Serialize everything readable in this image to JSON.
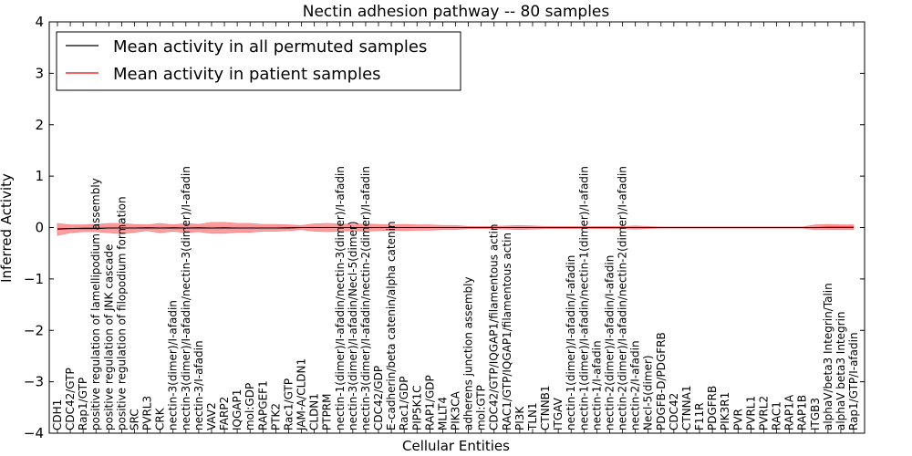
{
  "chart_data": {
    "type": "line",
    "title": "Nectin adhesion pathway -- 80 samples",
    "xlabel": "Cellular Entities",
    "ylabel": "Inferred Activity",
    "ylim": [
      -4,
      4
    ],
    "yticks": [
      -4,
      -3,
      -2,
      -1,
      0,
      1,
      2,
      3,
      4
    ],
    "ytick_labels": [
      "−4",
      "−3",
      "−2",
      "−1",
      "0",
      "1",
      "2",
      "3",
      "4"
    ],
    "grid": false,
    "legend_position": "top-left",
    "categories": [
      "CDH1",
      "CDC42/GTP",
      "Rap1/GTP",
      "positive regulation of lamellipodium assembly",
      "positive regulation of JNK cascade",
      "positive regulation of filopodium formation",
      "SRC",
      "PVRL3",
      "CRK",
      "nectin-3(dimer)/I-afadin",
      "nectin-3(dimer)/I-afadin/nectin-3(dimer)/I-afadin",
      "nectin-3/I-afadin",
      "VAV2",
      "FARP2",
      "IQGAP1",
      "mol:GDP",
      "RAPGEF1",
      "PTK2",
      "Rac1/GTP",
      "JAM-A/CLDN1",
      "CLDN1",
      "PTPRM",
      "nectin-1(dimer)/I-afadin/nectin-3(dimer)/I-afadin",
      "nectin-3(dimer)/I-afadin/Necl-5(dimer)",
      "nectin-3(dimer)/I-afadin/nectin-2(dimer)/I-afadin",
      "CDC42/GDP",
      "E-cadherin/beta catenin/alpha catenin",
      "Rac1/GDP",
      "PIP5K1C",
      "RAP1/GDP",
      "MLLT4",
      "PIK3CA",
      "adherens junction assembly",
      "mol:GTP",
      "CDC42/GTP/IQGAP1/filamentous actin",
      "RAC1/GTP/IQGAP1/filamentous actin",
      "PI3K",
      "TLN1",
      "CTNNB1",
      "ITGAV",
      "nectin-1(dimer)/I-afadin/I-afadin",
      "nectin-1(dimer)/I-afadin/nectin-1(dimer)/I-afadin",
      "nectin-1/I-afadin",
      "nectin-2(dimer)/I-afadin/I-afadin",
      "nectin-2(dimer)/I-afadin/nectin-2(dimer)/I-afadin",
      "nectin-2/I-afadin",
      "Necl-5(dimer)",
      "PDGFB-D/PDGFRB",
      "CDC42",
      "CTNNA1",
      "F11R",
      "PDGFRB",
      "PIK3R1",
      "PVR",
      "PVRL1",
      "PVRL2",
      "RAC1",
      "RAP1A",
      "RAP1B",
      "ITGB3",
      "alphaV/beta3 Integrin/Talin",
      "alphaV beta3 Integrin",
      "Rap1/GTP/I-afadin"
    ],
    "series": [
      {
        "name": "Mean activity in all permuted samples",
        "color": "#000000",
        "values": [
          -0.03,
          -0.02,
          -0.02,
          -0.02,
          -0.01,
          -0.01,
          -0.01,
          -0.01,
          -0.01,
          -0.01,
          -0.01,
          -0.01,
          -0.01,
          -0.01,
          -0.01,
          -0.01,
          -0.01,
          -0.01,
          -0.01,
          0.0,
          0.0,
          0.0,
          0.0,
          0.0,
          0.0,
          0.0,
          0.0,
          0.0,
          0.0,
          0.0,
          0.0,
          0.0,
          0.0,
          0.0,
          0.0,
          0.0,
          0.0,
          0.0,
          0.0,
          0.0,
          0.0,
          0.0,
          0.0,
          0.0,
          0.0,
          0.0,
          0.0,
          0.0,
          0.0,
          0.0,
          0.0,
          0.0,
          0.0,
          0.0,
          0.0,
          0.0,
          0.0,
          0.0,
          0.0,
          0.0,
          0.0,
          0.0,
          0.0
        ]
      },
      {
        "name": "Mean activity in patient samples",
        "color": "#ff0000",
        "band_color": "#ff8080",
        "values": [
          -0.02,
          -0.02,
          -0.01,
          -0.01,
          -0.01,
          -0.01,
          -0.01,
          0.0,
          -0.01,
          0.0,
          -0.01,
          0.0,
          -0.01,
          0.0,
          -0.01,
          -0.01,
          -0.01,
          -0.01,
          0.0,
          0.0,
          0.0,
          0.0,
          0.0,
          0.0,
          0.0,
          0.0,
          0.0,
          0.0,
          0.0,
          0.0,
          0.0,
          0.0,
          0.0,
          0.0,
          0.0,
          0.0,
          0.0,
          0.0,
          0.0,
          0.0,
          0.0,
          0.0,
          0.0,
          0.0,
          0.0,
          0.0,
          0.0,
          0.0,
          0.0,
          0.0,
          0.0,
          0.0,
          0.0,
          0.0,
          0.0,
          0.0,
          0.0,
          0.0,
          0.0,
          0.0,
          0.01,
          0.01,
          0.01
        ],
        "band_upper": [
          0.08,
          0.05,
          0.05,
          0.06,
          0.08,
          0.08,
          0.06,
          0.05,
          0.08,
          0.05,
          0.08,
          0.06,
          0.1,
          0.1,
          0.08,
          0.08,
          0.06,
          0.06,
          0.05,
          0.04,
          0.07,
          0.08,
          0.07,
          0.06,
          0.07,
          0.06,
          0.05,
          0.06,
          0.05,
          0.05,
          0.04,
          0.04,
          0.02,
          0.02,
          0.02,
          0.03,
          0.04,
          0.03,
          0.02,
          0.02,
          0.02,
          0.02,
          0.02,
          0.02,
          0.02,
          0.03,
          0.02,
          0.01,
          0.01,
          0.01,
          0.01,
          0.01,
          0.01,
          0.01,
          0.01,
          0.01,
          0.01,
          0.01,
          0.01,
          0.05,
          0.06,
          0.05,
          0.05
        ],
        "band_lower": [
          -0.15,
          -0.1,
          -0.08,
          -0.08,
          -0.1,
          -0.12,
          -0.09,
          -0.06,
          -0.1,
          -0.07,
          -0.1,
          -0.08,
          -0.11,
          -0.11,
          -0.09,
          -0.09,
          -0.07,
          -0.07,
          -0.06,
          -0.04,
          -0.07,
          -0.08,
          -0.07,
          -0.06,
          -0.07,
          -0.06,
          -0.05,
          -0.06,
          -0.05,
          -0.05,
          -0.04,
          -0.04,
          -0.02,
          -0.02,
          -0.02,
          -0.03,
          -0.04,
          -0.03,
          -0.02,
          -0.02,
          -0.02,
          -0.02,
          -0.02,
          -0.02,
          -0.02,
          -0.03,
          -0.02,
          -0.01,
          -0.01,
          -0.01,
          -0.01,
          -0.01,
          -0.01,
          -0.01,
          -0.01,
          -0.01,
          -0.01,
          -0.01,
          -0.01,
          -0.04,
          -0.04,
          -0.04,
          -0.04
        ]
      }
    ],
    "perm_band": {
      "color": "#d8c8e8",
      "upper": [
        0.05,
        0.04,
        0.04,
        0.05,
        0.05,
        0.05,
        0.05,
        0.04,
        0.05,
        0.04,
        0.05,
        0.05,
        0.05,
        0.05,
        0.05,
        0.05,
        0.04,
        0.04,
        0.04,
        0.03,
        0.04,
        0.04,
        0.04,
        0.04,
        0.04,
        0.04,
        0.03,
        0.04,
        0.03,
        0.03,
        0.03,
        0.03,
        0.02,
        0.02,
        0.02,
        0.02,
        0.03,
        0.02,
        0.02,
        0.02,
        0.02,
        0.02,
        0.02,
        0.02,
        0.02,
        0.02,
        0.02,
        0.02,
        0.02,
        0.02,
        0.02,
        0.02,
        0.02,
        0.02,
        0.02,
        0.02,
        0.02,
        0.02,
        0.02,
        0.03,
        0.03,
        0.03,
        0.03
      ],
      "lower": [
        -0.06,
        -0.05,
        -0.05,
        -0.05,
        -0.05,
        -0.05,
        -0.05,
        -0.04,
        -0.05,
        -0.04,
        -0.05,
        -0.05,
        -0.05,
        -0.05,
        -0.05,
        -0.05,
        -0.04,
        -0.04,
        -0.04,
        -0.03,
        -0.04,
        -0.04,
        -0.04,
        -0.04,
        -0.04,
        -0.04,
        -0.03,
        -0.04,
        -0.03,
        -0.03,
        -0.03,
        -0.03,
        -0.02,
        -0.02,
        -0.02,
        -0.02,
        -0.03,
        -0.02,
        -0.02,
        -0.02,
        -0.02,
        -0.02,
        -0.02,
        -0.02,
        -0.02,
        -0.02,
        -0.02,
        -0.02,
        -0.02,
        -0.02,
        -0.02,
        -0.02,
        -0.02,
        -0.02,
        -0.02,
        -0.02,
        -0.02,
        -0.02,
        -0.02,
        -0.03,
        -0.03,
        -0.03,
        -0.03
      ]
    }
  }
}
